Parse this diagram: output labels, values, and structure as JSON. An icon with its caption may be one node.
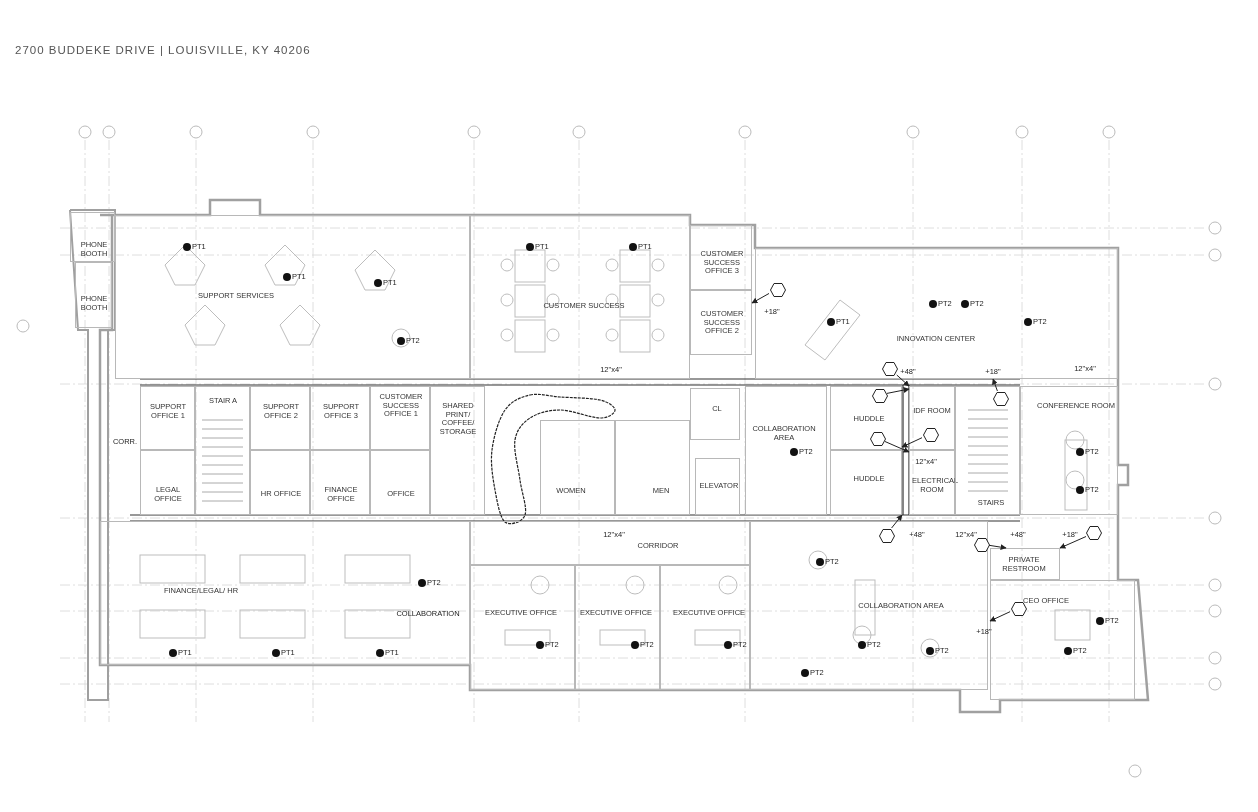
{
  "diagram": {
    "title": "2700 BUDDEKE DRIVE | LOUISVILLE, KY 40206",
    "nodes": [
      {
        "text": [
          "PHONE BOOTH"
        ]
      },
      {
        "text": [
          "PHONE BOOTH"
        ]
      },
      {
        "text": [
          "SUPPORT SERVICES"
        ]
      },
      {
        "text": [
          "CUSTOMER SUCCESS"
        ]
      },
      {
        "text": [
          "CUSTOMER SUCCESS OFFICE 3"
        ]
      },
      {
        "text": [
          "CUSTOMER SUCCESS OFFICE 2"
        ]
      },
      {
        "text": [
          "INNOVATION CENTER"
        ]
      },
      {
        "text": [
          "SUPPORT OFFICE 1"
        ]
      },
      {
        "text": [
          "STAIR A"
        ]
      },
      {
        "text": [
          "SUPPORT OFFICE 2"
        ]
      },
      {
        "text": [
          "SUPPORT OFFICE 3"
        ]
      },
      {
        "text": [
          "CUSTOMER SUCCESS OFFICE 1"
        ]
      },
      {
        "text": [
          "LEGAL OFFICE"
        ]
      },
      {
        "text": [
          "HR OFFICE"
        ]
      },
      {
        "text": [
          "FINANCE OFFICE"
        ]
      },
      {
        "text": [
          "OFFICE"
        ]
      },
      {
        "text": [
          "SHARED PRINT/ COFFEE/ STORAGE"
        ]
      },
      {
        "text": [
          "WOMEN"
        ]
      },
      {
        "text": [
          "MEN"
        ]
      },
      {
        "text": [
          "CL"
        ]
      },
      {
        "text": [
          "ELEVATOR"
        ]
      },
      {
        "text": [
          "COLLABORATION AREA"
        ]
      },
      {
        "text": [
          "HUDDLE"
        ]
      },
      {
        "text": [
          "HUDDLE"
        ]
      },
      {
        "text": [
          "IDF ROOM"
        ]
      },
      {
        "text": [
          "ELECTRICAL ROOM"
        ]
      },
      {
        "text": [
          "STAIRS"
        ]
      },
      {
        "text": [
          "CONFERENCE ROOM"
        ]
      },
      {
        "text": [
          "FINANCE/LEGAL/ HR"
        ]
      },
      {
        "text": [
          "CORRIDOR"
        ]
      },
      {
        "text": [
          "EXECUTIVE OFFICE"
        ]
      },
      {
        "text": [
          "EXECUTIVE OFFICE"
        ]
      },
      {
        "text": [
          "EXECUTIVE OFFICE"
        ]
      },
      {
        "text": [
          "COLLABORATION AREA"
        ]
      },
      {
        "text": [
          "PRIVATE RESTROOM"
        ]
      },
      {
        "text": [
          "CEO OFFICE"
        ]
      },
      {
        "text": [],
        "shape": "hexagon",
        "in": 6
      },
      {
        "text": [],
        "shape": "hexagon",
        "in": 6
      },
      {
        "text": [],
        "shape": "hexagon",
        "in": 22
      },
      {
        "text": [],
        "shape": "hexagon",
        "in": 26
      },
      {
        "text": [],
        "shape": "hexagon",
        "in": 22
      },
      {
        "text": [],
        "shape": "hexagon",
        "in": 24
      },
      {
        "text": [],
        "shape": "hexagon",
        "in": 33
      },
      {
        "text": [],
        "shape": "hexagon",
        "in": 33
      },
      {
        "text": [],
        "shape": "hexagon"
      },
      {
        "text": [],
        "shape": "hexagon",
        "in": 35
      }
    ],
    "edges": [
      {
        "from": 36,
        "to": 5,
        "arrow": "to"
      },
      {
        "from": 37,
        "to": 24,
        "arrow": "to"
      },
      {
        "from": 38,
        "to": 24,
        "arrow": "to"
      },
      {
        "from": 39,
        "to": 6,
        "arrow": "to"
      },
      {
        "from": 40,
        "to": 25,
        "arrow": "to"
      },
      {
        "from": 41,
        "to": 22,
        "arrow": "to"
      },
      {
        "from": 42,
        "to": 23,
        "arrow": "to"
      },
      {
        "from": 43,
        "to": 34,
        "arrow": "to"
      },
      {
        "from": 44,
        "to": 34,
        "arrow": "to"
      },
      {
        "from": 45,
        "to": 35,
        "arrow": "to"
      }
    ],
    "labels": [
      "PT1",
      "PT1",
      "PT1",
      "PT1",
      "PT1",
      "+18\"",
      "PT2",
      "PT2",
      "PT1",
      "PT2",
      "PT2",
      "12\"x4\"",
      "+48\"",
      "+18\"",
      "12\"x4\"",
      "CORR.",
      "PT2",
      "PT2",
      "12\"x4\"",
      "PT2",
      "12\"x4\"",
      "+48\"",
      "12\"x4\"",
      "+48\"",
      "+18\"",
      "PT2",
      "PT2",
      "COLLABORATION",
      "+18\"",
      "PT2",
      "PT1",
      "PT1",
      "PT1",
      "PT2",
      "PT2",
      "PT2",
      "PT2",
      "PT2",
      "PT2",
      "PT2"
    ]
  }
}
